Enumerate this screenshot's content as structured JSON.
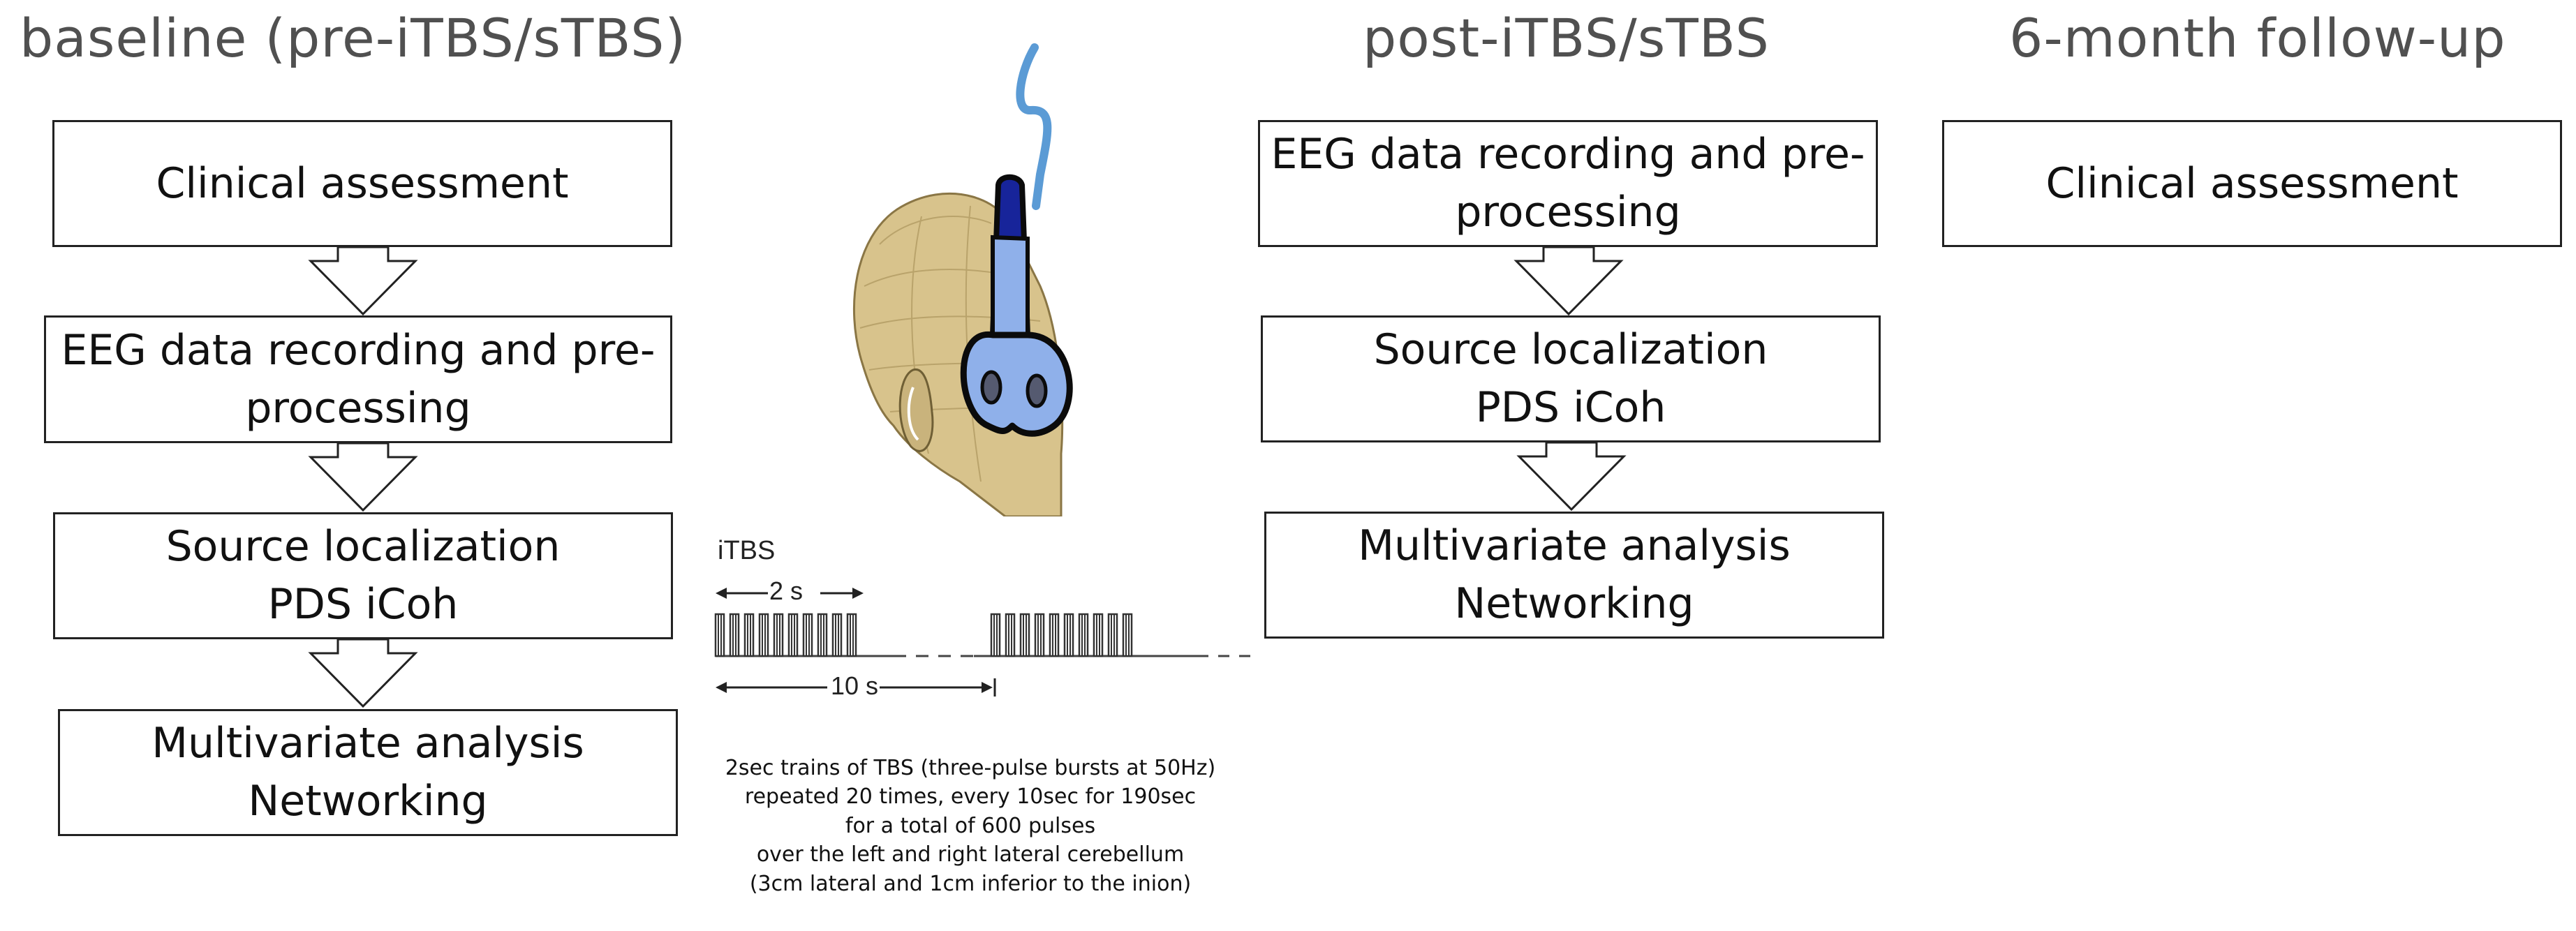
{
  "columns": {
    "baseline": {
      "title": "baseline (pre-iTBS/sTBS)",
      "boxes": [
        {
          "lines": [
            "Clinical assessment"
          ]
        },
        {
          "lines": [
            "EEG data recording and pre-",
            "processing"
          ]
        },
        {
          "lines": [
            "Source localization",
            "PDS iCoh"
          ]
        },
        {
          "lines": [
            "Multivariate analysis",
            "Networking"
          ]
        }
      ]
    },
    "post": {
      "title": "post-iTBS/sTBS",
      "boxes": [
        {
          "lines": [
            "EEG data recording and pre-",
            "processing"
          ]
        },
        {
          "lines": [
            "Source localization",
            "PDS iCoh"
          ]
        },
        {
          "lines": [
            "Multivariate analysis",
            "Networking"
          ]
        }
      ]
    },
    "followup": {
      "title": "6-month follow-up",
      "boxes": [
        {
          "lines": [
            "Clinical assessment"
          ]
        }
      ]
    }
  },
  "protocol": {
    "label": "iTBS",
    "train_duration": "2 s",
    "cycle_duration": "10 s",
    "caption_lines": [
      "2sec trains of TBS (three-pulse bursts at 50Hz)",
      "repeated 20 times, every 10sec for 190sec",
      "for a total of 600 pulses",
      "over the left and right lateral cerebellum",
      "(3cm lateral and 1cm inferior to the inion)"
    ]
  },
  "colors": {
    "title_text": "#505050",
    "box_border": "#222222",
    "coil_dark": "#17249a",
    "coil_light": "#8fb0ea",
    "cable": "#5b9bd5",
    "head_skin": "#d8c38c"
  }
}
